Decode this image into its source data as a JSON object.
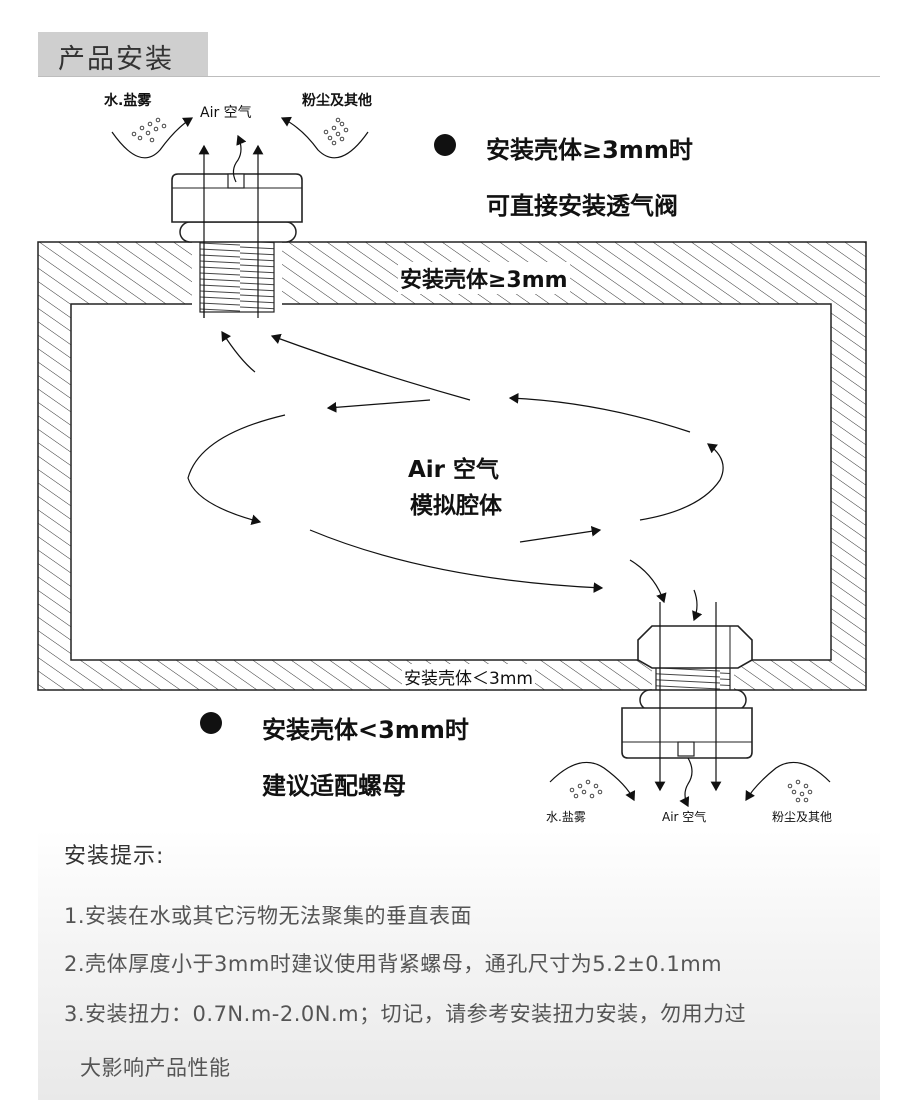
{
  "section": {
    "title": "产品安装"
  },
  "diagram": {
    "top_valve": {
      "water_label": "水.盐雾",
      "air_label": "Air 空气",
      "dust_label": "粉尘及其他"
    },
    "bottom_valve": {
      "water_label": "水.盐雾",
      "air_label": "Air 空气",
      "dust_label": "粉尘及其他"
    },
    "note_thick": {
      "line1": "安装壳体≥3mm时",
      "line2": "可直接安装透气阀"
    },
    "note_thin": {
      "line1": "安装壳体<3mm时",
      "line2": "建议适配螺母"
    },
    "wall_top_label": "安装壳体≥3mm",
    "wall_bottom_label": "安装壳体＜3mm",
    "cavity": {
      "line1": "Air 空气",
      "line2": "模拟腔体"
    }
  },
  "tips": {
    "title": "安装提示:",
    "items": [
      "1.安装在水或其它污物无法聚集的垂直表面",
      "2.壳体厚度小于3mm时建议使用背紧螺母，通孔尺寸为5.2±0.1mm",
      "3.安装扭力：0.7N.m-2.0N.m；切记，请参考安装扭力安装，勿用力过",
      "大影响产品性能"
    ]
  }
}
